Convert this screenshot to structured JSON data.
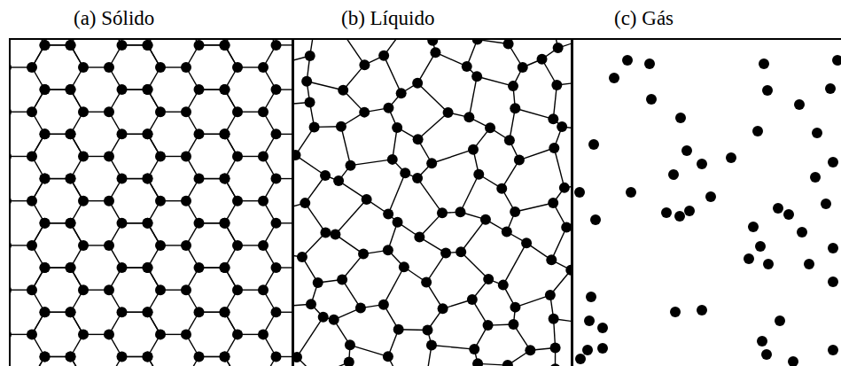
{
  "diagram": {
    "nodes": [
      {
        "text": [
          "(a) Sólido"
        ]
      },
      {
        "text": [
          "(b) Líquido"
        ]
      },
      {
        "text": [
          "(c) Gás"
        ]
      }
    ]
  }
}
